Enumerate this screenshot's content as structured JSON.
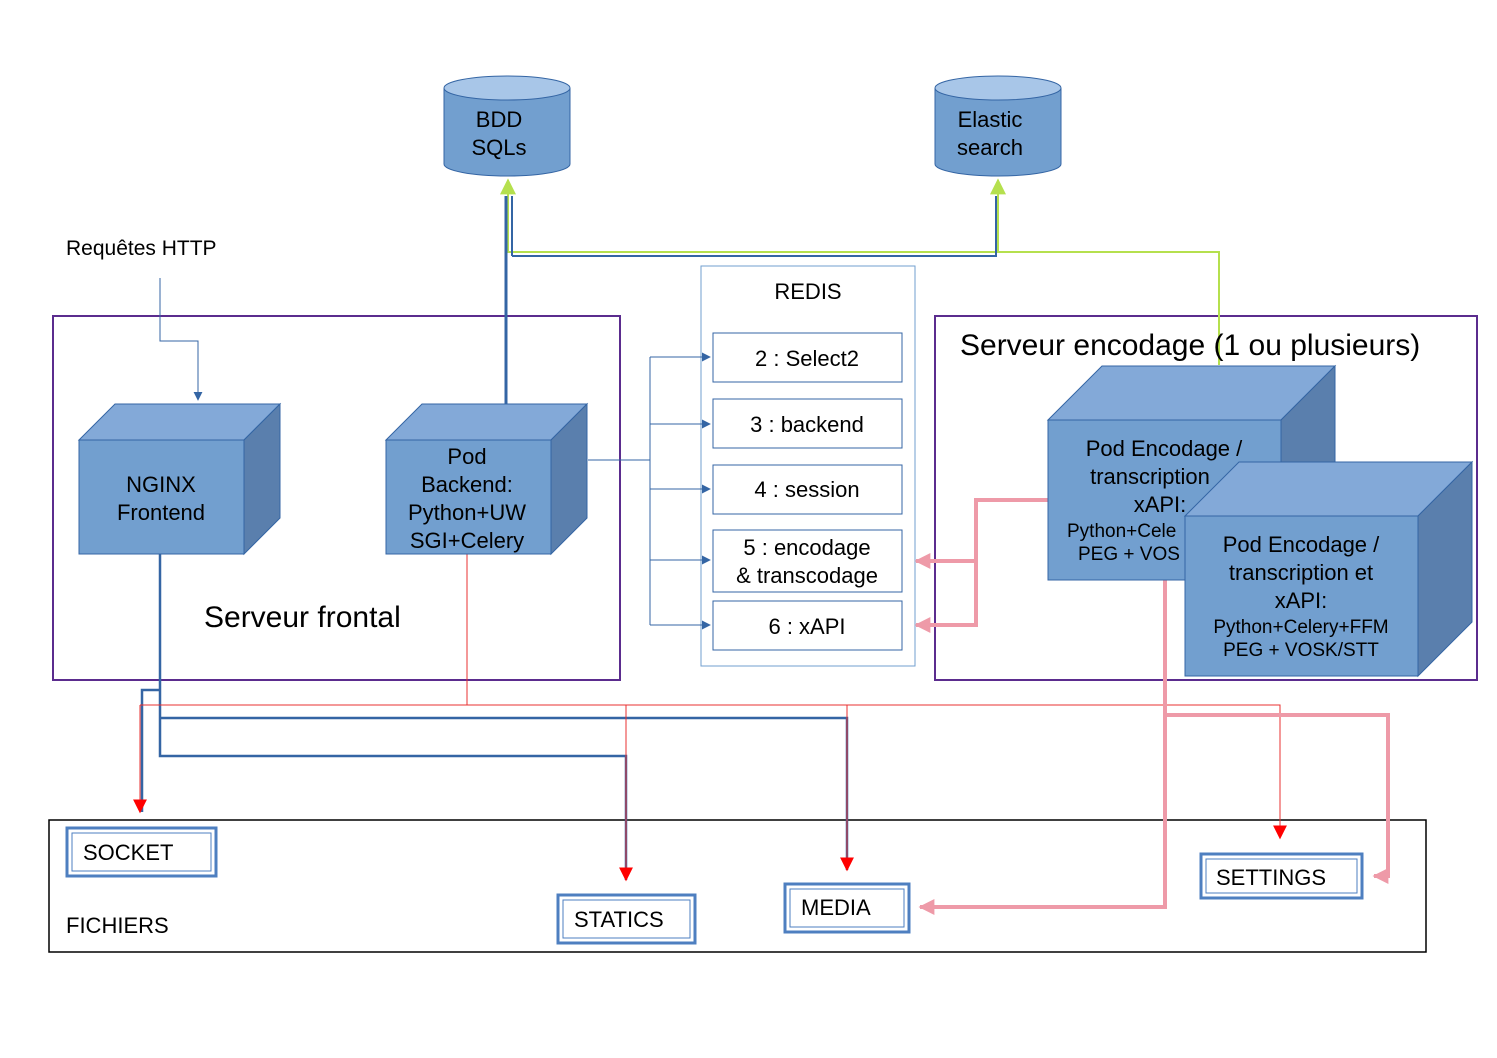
{
  "colors": {
    "cube_front": "#729FCF",
    "cube_top": "#83A9D8",
    "cube_side": "#5A7FAD",
    "cube_edge": "#3465A4",
    "blue_line": "#3465A4",
    "red_line": "#E83030",
    "pink_line": "#EE9AA8",
    "green_line": "#B5E04E",
    "purple_border": "#5B2C8E",
    "redis_border": "#729FCF",
    "arrow_red": "#FF0000"
  },
  "databases": {
    "bdd": {
      "line1": "BDD",
      "line2": "SQLs"
    },
    "elastic": {
      "line1": "Elastic",
      "line2": "search"
    }
  },
  "http_label": "Requêtes HTTP",
  "frontal": {
    "title": "Serveur frontal",
    "nginx": {
      "line1": "NGINX",
      "line2": "Frontend"
    },
    "backend": {
      "line1": "Pod",
      "line2": "Backend:",
      "line3": "Python+UW",
      "line4": "SGI+Celery"
    }
  },
  "redis": {
    "title": "REDIS",
    "items": [
      "2 : Select2",
      "3 : backend",
      "4 : session",
      "5 : encodage",
      "& transcodage",
      "6 : xAPI"
    ]
  },
  "encodage": {
    "title": "Serveur encodage (1 ou plusieurs)",
    "pod_back": {
      "line1": "Pod Encodage /",
      "line2": "transcription",
      "line3": "xAPI:",
      "line4": "Python+Cele",
      "line5": "PEG + VOS"
    },
    "pod_front": {
      "line1": "Pod Encodage /",
      "line2": "transcription et",
      "line3": "xAPI:",
      "line4": "Python+Celery+FFM",
      "line5": "PEG + VOSK/STT"
    }
  },
  "fichiers": {
    "title": "FICHIERS",
    "socket": "SOCKET",
    "statics": "STATICS",
    "media": "MEDIA",
    "settings": "SETTINGS"
  }
}
